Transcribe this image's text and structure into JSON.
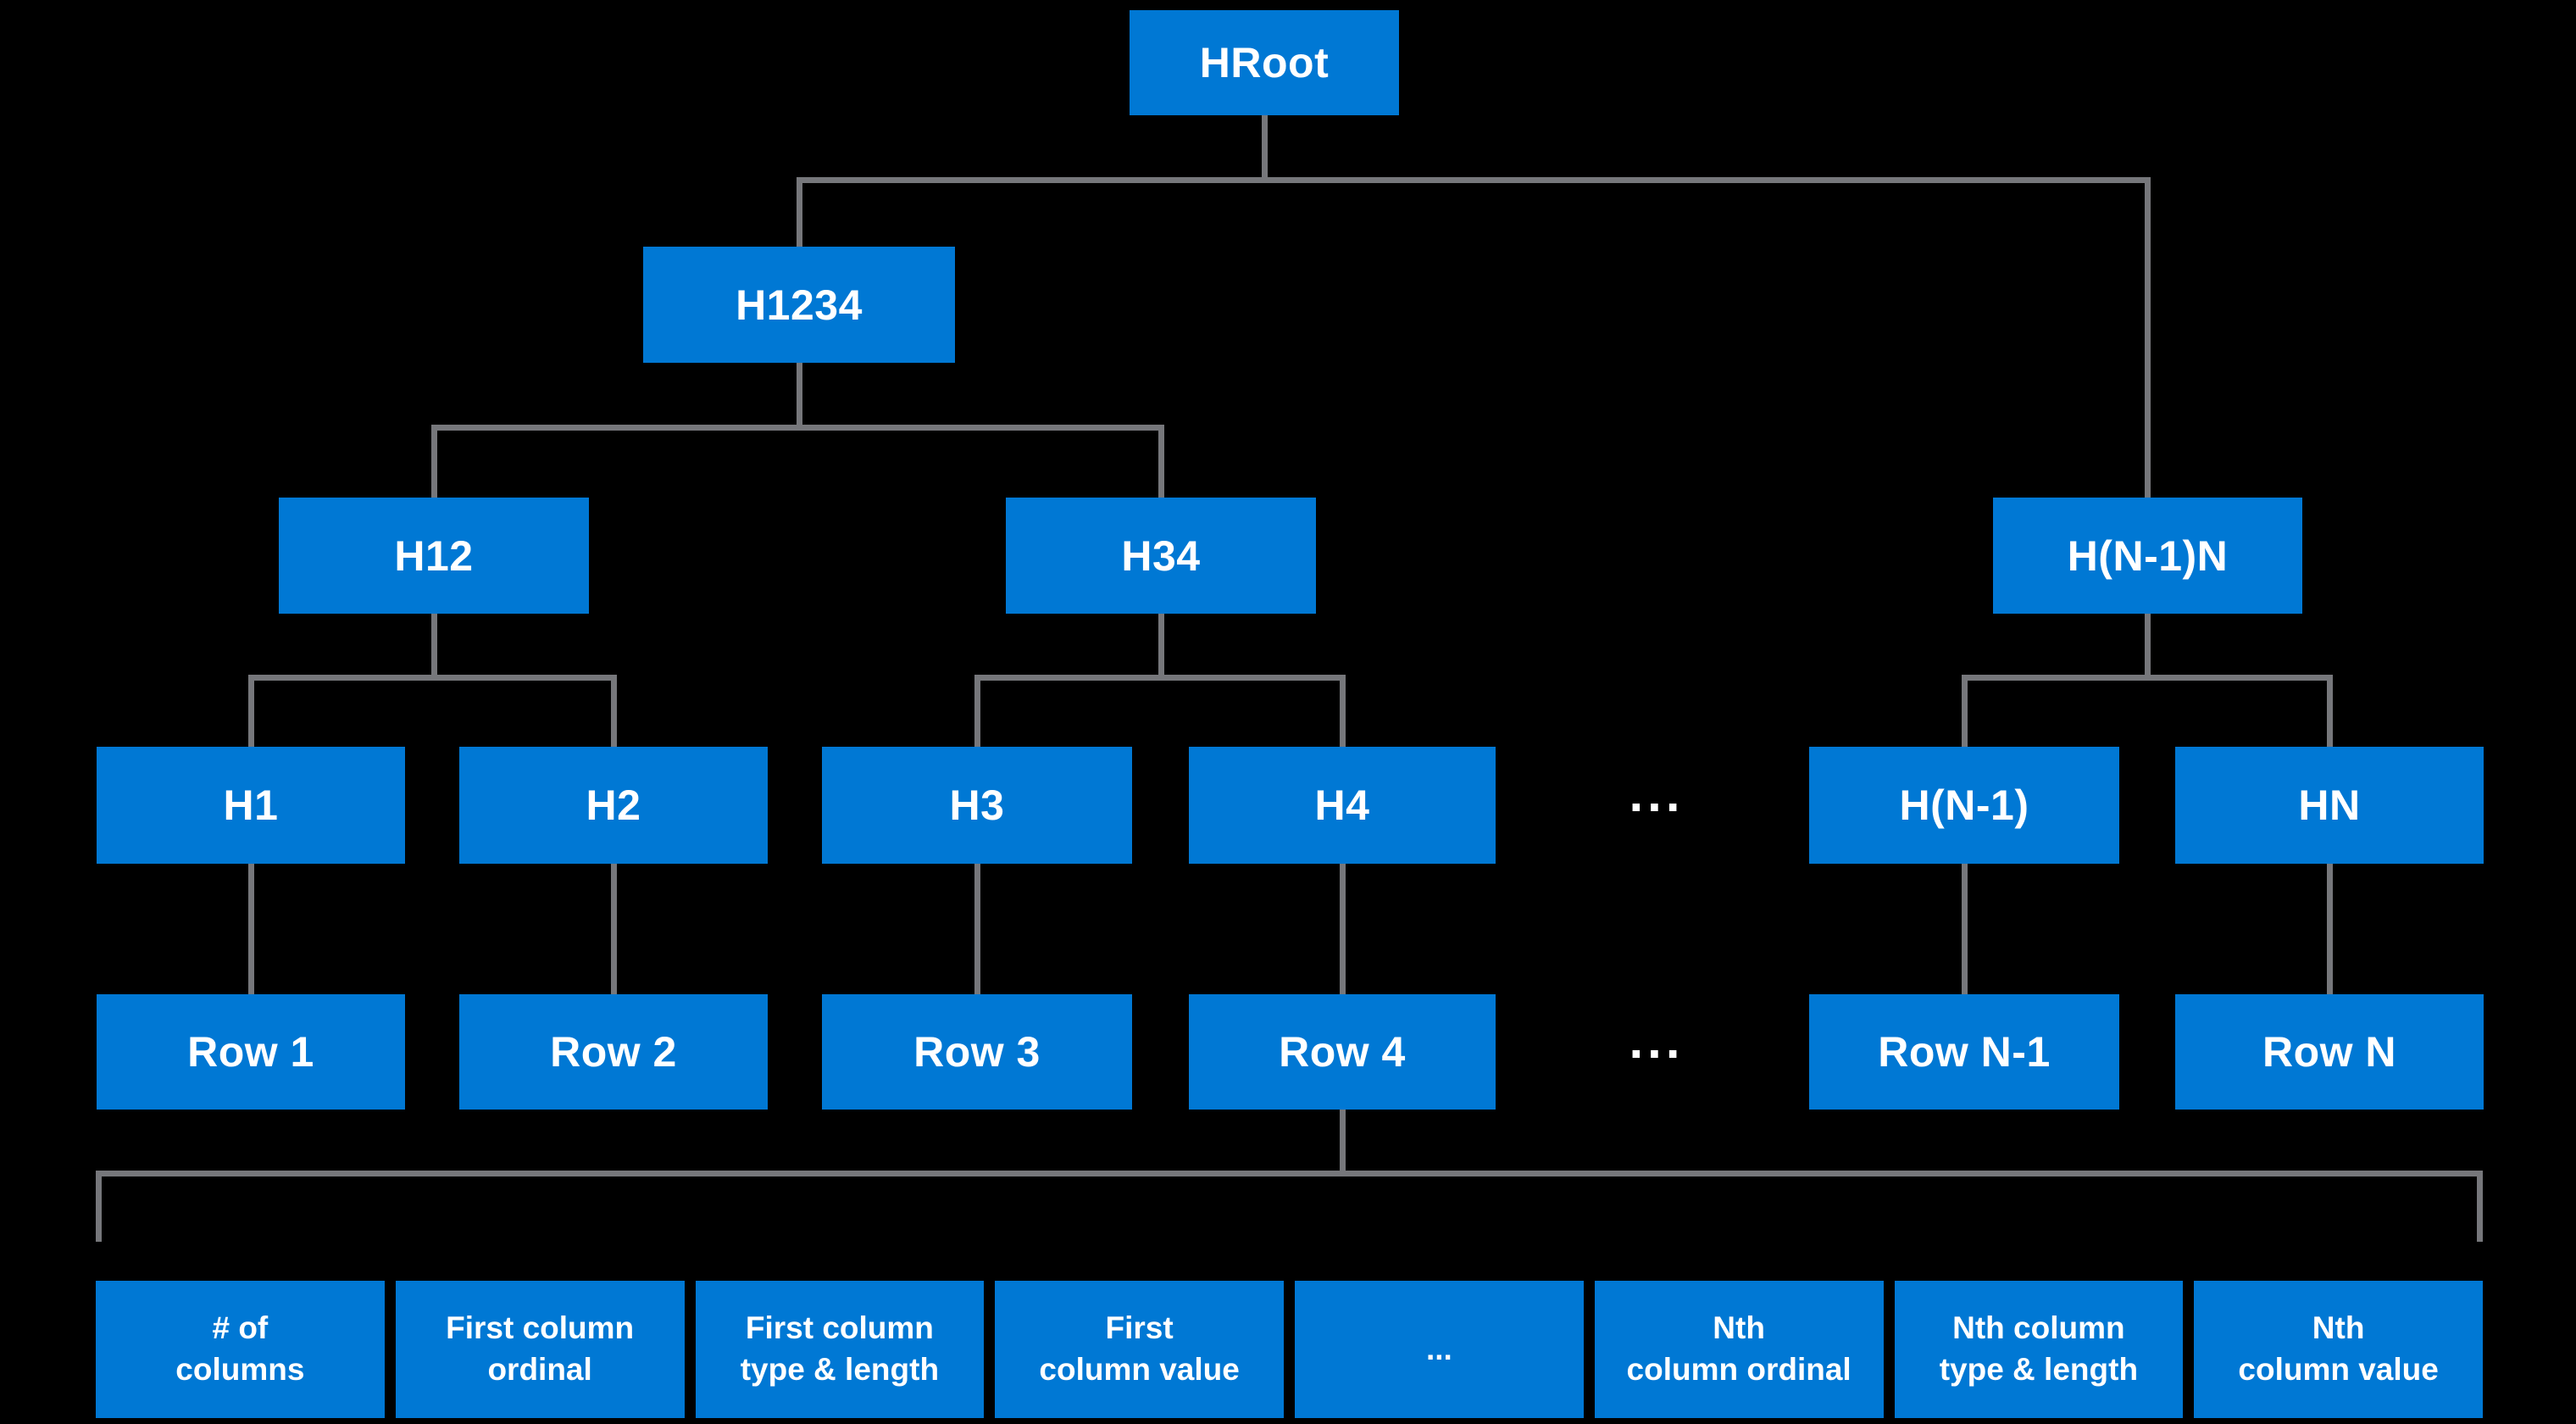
{
  "palette": {
    "background": "#000000",
    "box_fill": "#0078D4",
    "connector_line": "#76777B",
    "text": "#FFFFFF"
  },
  "tree": {
    "root": "HRoot",
    "level1": [
      "H1234"
    ],
    "level2": [
      "H12",
      "H34",
      "H(N-1)N"
    ],
    "level3": [
      "H1",
      "H2",
      "H3",
      "H4",
      "...",
      "H(N-1)",
      "HN"
    ],
    "rows": [
      "Row 1",
      "Row 2",
      "Row 3",
      "Row 4",
      "...",
      "Row N-1",
      "Row N"
    ]
  },
  "row_fields": [
    "# of\ncolumns",
    "First column\nordinal",
    "First column\ntype & length",
    "First\ncolumn value",
    "...",
    "Nth\ncolumn ordinal",
    "Nth column\ntype & length",
    "Nth\ncolumn value"
  ]
}
